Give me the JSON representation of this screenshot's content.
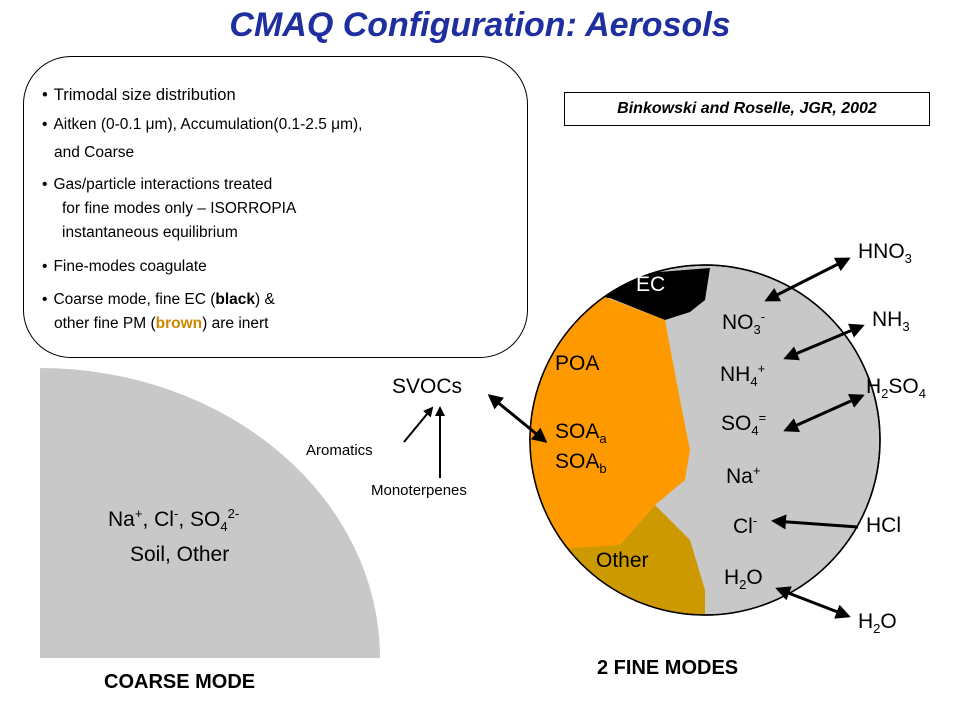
{
  "title": "CMAQ Configuration: Aerosols",
  "bullets": {
    "b1": "Trimodal size distribution",
    "b2": "Aitken (0-0.1 μm), Accumulation(0.1-2.5 μm),",
    "b2b": "and Coarse",
    "b3": "Gas/particle interactions treated",
    "b3b": "for fine modes only – ISORROPIA",
    "b3c": "instantaneous equilibrium",
    "b4": "Fine-modes coagulate",
    "b5_pre": "Coarse mode, fine EC (",
    "b5_black": "black",
    "b5_mid": ") &",
    "b5b_pre": "other fine PM (",
    "b5b_brown": "brown",
    "b5b_post": ") are inert"
  },
  "citation": "Binkowski and Roselle, JGR, 2002",
  "coarse": {
    "species_na": "Na",
    "species_cl": ", Cl",
    "species_so4": ", SO",
    "species_4": "4",
    "charge_plus": "+",
    "charge_minus": "-",
    "charge_2minus": "2-",
    "line2": "Soil, Other",
    "caption": "COARSE MODE"
  },
  "fine": {
    "caption": "2 FINE MODES",
    "ec": "EC",
    "poa": "POA",
    "soa_a": "SOA",
    "soa_a_sub": "a",
    "soa_b": "SOA",
    "soa_b_sub": "b",
    "other": "Other",
    "no3": "NO",
    "no3_sub": "3",
    "no3_sup": "-",
    "nh4": "NH",
    "nh4_sub": "4",
    "nh4_sup": "+",
    "so4": "SO",
    "so4_sub": "4",
    "so4_sup": "=",
    "na": "Na",
    "na_sup": "+",
    "cl": "Cl",
    "cl_sup": "-",
    "h2o": "H",
    "h2o_sub": "2",
    "h2o_o": "O"
  },
  "gases": {
    "hno3": "HNO",
    "hno3_sub": "3",
    "nh3": "NH",
    "nh3_sub": "3",
    "h2so4": "H",
    "h2so4_sub": "2",
    "h2so4_mid": "SO",
    "h2so4_sub2": "4",
    "hcl": "HCl",
    "h2o": "H",
    "h2o_sub": "2",
    "h2o_o": "O",
    "svocs": "SVOCs",
    "aromatics": "Aromatics",
    "monoterpenes": "Monoterpenes"
  },
  "colors": {
    "title": "#1f2fa0",
    "gray": "#c8c8c8",
    "orange": "#ff9900",
    "brown": "#cc9900",
    "ec": "#000000",
    "brown_text": "#cc8800"
  }
}
